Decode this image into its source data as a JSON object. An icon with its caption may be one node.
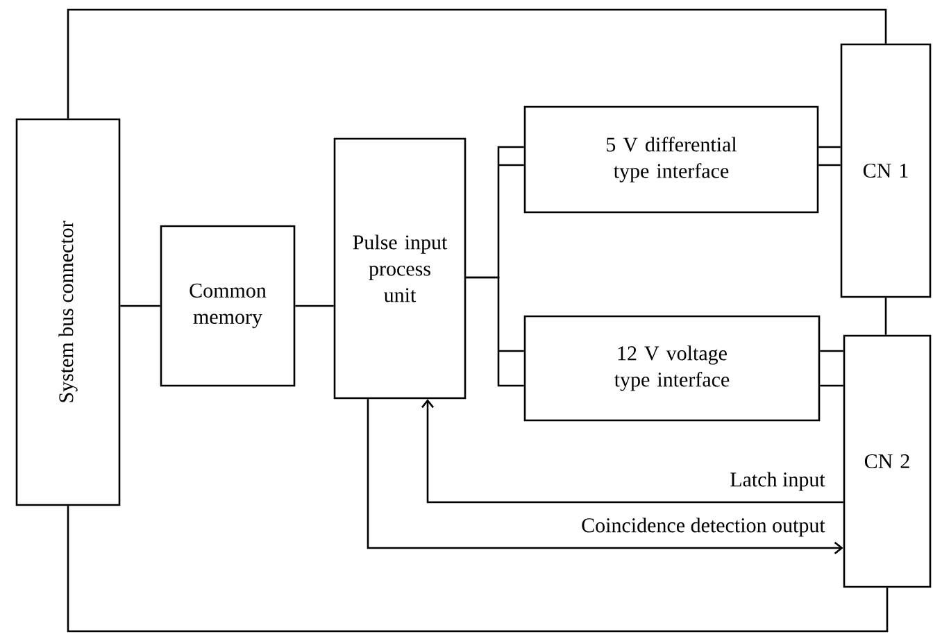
{
  "diagram": {
    "nodes": [
      {
        "text": [
          "System bus connector"
        ]
      },
      {
        "text": [
          "Common memory"
        ]
      },
      {
        "text": [
          "Pulse input process unit"
        ]
      },
      {
        "text": [
          "5 V differential type interface"
        ]
      },
      {
        "text": [
          "12 V voltage type interface"
        ]
      },
      {
        "text": [
          "CN 1"
        ]
      },
      {
        "text": [
          "CN 2"
        ]
      }
    ],
    "edges": [
      {
        "from": 0,
        "to": 1,
        "arrow": "none"
      },
      {
        "from": 1,
        "to": 2,
        "arrow": "none"
      },
      {
        "from": 2,
        "to": 3,
        "arrow": "none"
      },
      {
        "from": 2,
        "to": 4,
        "arrow": "none"
      },
      {
        "from": 3,
        "to": 5,
        "arrow": "none"
      },
      {
        "from": 4,
        "to": 6,
        "arrow": "none"
      },
      {
        "from": 5,
        "to": 6,
        "arrow": "none"
      },
      {
        "from": 6,
        "to": 2,
        "arrow": "to",
        "label": "Latch input"
      },
      {
        "from": 2,
        "to": 6,
        "arrow": "to",
        "label": "Coincidence detection output"
      },
      {
        "from": 0,
        "to": 5,
        "arrow": "none"
      },
      {
        "from": 0,
        "to": 6,
        "arrow": "none"
      }
    ]
  }
}
